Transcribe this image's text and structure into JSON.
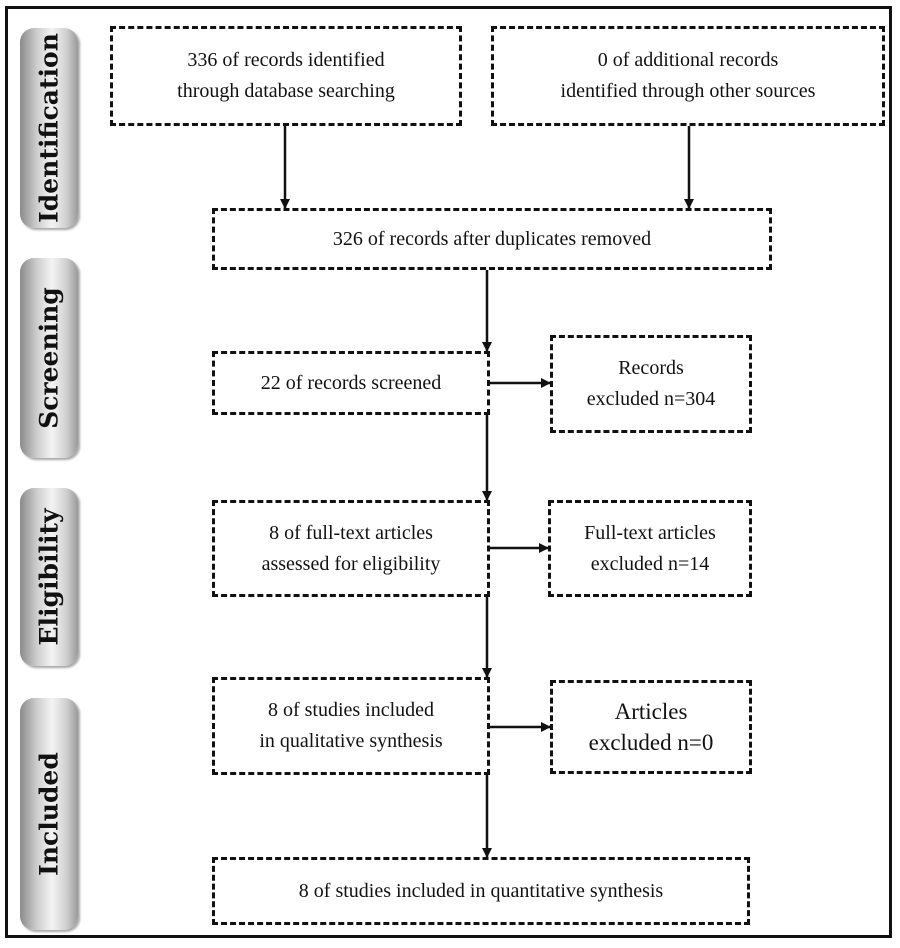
{
  "stages": {
    "identification": "Identification",
    "screening": "Screening",
    "eligibility": "Eligibility",
    "included": "Included"
  },
  "boxes": {
    "database_records": "336 of records identified\nthrough database searching",
    "other_records": "0 of additional records\nidentified through other sources",
    "after_duplicates": "326 of records after duplicates removed",
    "screened": "22 of records screened",
    "records_excluded": "Records\nexcluded n=304",
    "fulltext_assessed": "8 of full-text articles\nassessed for eligibility",
    "fulltext_excluded": "Full-text articles\nexcluded n=14",
    "qualitative": "8 of studies included\nin qualitative synthesis",
    "articles_excluded": "Articles\nexcluded n=0",
    "quantitative": "8 of studies included in quantitative synthesis"
  }
}
